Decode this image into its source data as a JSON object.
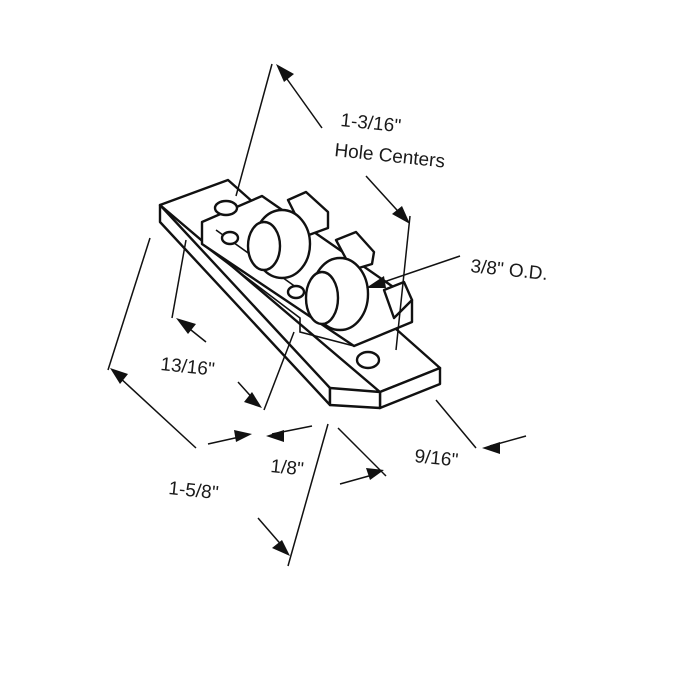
{
  "labels": {
    "hole_centers_value": "1-3/16\"",
    "hole_centers_caption": "Hole Centers",
    "od": "3/8\" O.D.",
    "width_13_16": "13/16\"",
    "thickness_1_8": "1/8\"",
    "width_9_16": "9/16\"",
    "length_1_5_8": "1-5/8\""
  }
}
